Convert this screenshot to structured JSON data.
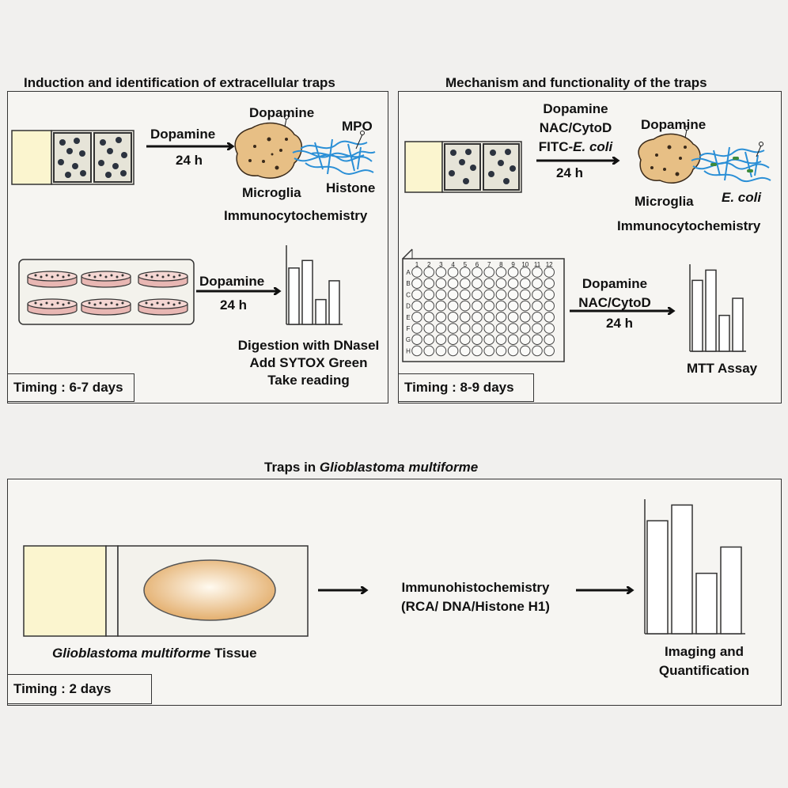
{
  "panels": {
    "induction": {
      "title": "Induction and identification of extracellular traps",
      "timing": "Timing : 6-7 days",
      "step1": {
        "reagent": "Dopamine",
        "duration": "24 h"
      },
      "cell": {
        "top": "Dopamine",
        "mpo": "MPO",
        "left": "Microglia",
        "right": "Histone",
        "method": "Immunocytochemistry"
      },
      "step2": {
        "reagent": "Dopamine",
        "duration": "24 h"
      },
      "readout": [
        "Digestion with DNaseI",
        "Add SYTOX Green",
        "Take reading"
      ],
      "bars": [
        0.75,
        0.85,
        0.33,
        0.58
      ]
    },
    "mechanism": {
      "title": "Mechanism and functionality of the traps",
      "timing": "Timing : 8-9 days",
      "step1": {
        "line1": "Dopamine",
        "line2": "NAC/CytoD",
        "line3_prefix": "FITC-",
        "line3_italic": "E. coli",
        "duration": "24 h"
      },
      "cell": {
        "top": "Dopamine",
        "left": "Microglia",
        "right": "E. coli",
        "method": "Immunocytochemistry"
      },
      "plate": {
        "columns": [
          "1",
          "2",
          "3",
          "4",
          "5",
          "6",
          "7",
          "8",
          "9",
          "10",
          "11",
          "12"
        ],
        "rows": [
          "A",
          "B",
          "C",
          "D",
          "E",
          "F",
          "G",
          "H"
        ]
      },
      "step2": {
        "line1": "Dopamine",
        "line2": "NAC/CytoD",
        "duration": "24 h"
      },
      "readout": "MTT Assay",
      "bars": [
        0.83,
        0.95,
        0.42,
        0.62
      ]
    },
    "glioblastoma": {
      "title_prefix": "Traps in ",
      "title_italic": "Glioblastoma multiforme",
      "tissue_italic": "Glioblastoma multiforme",
      "tissue_suffix": " Tissue",
      "method": [
        "Immunohistochemistry",
        "(RCA/ DNA/Histone H1)"
      ],
      "readout": [
        "Imaging and",
        "Quantification"
      ],
      "timing": "Timing : 2 days",
      "bars": [
        0.86,
        0.98,
        0.46,
        0.66
      ]
    }
  },
  "colors": {
    "slide_label": "#fbf5cf",
    "cell": "#e7bf85",
    "net": "#2a8fd6",
    "dish": "#e8b7b3",
    "tissue": "#e9b878"
  }
}
